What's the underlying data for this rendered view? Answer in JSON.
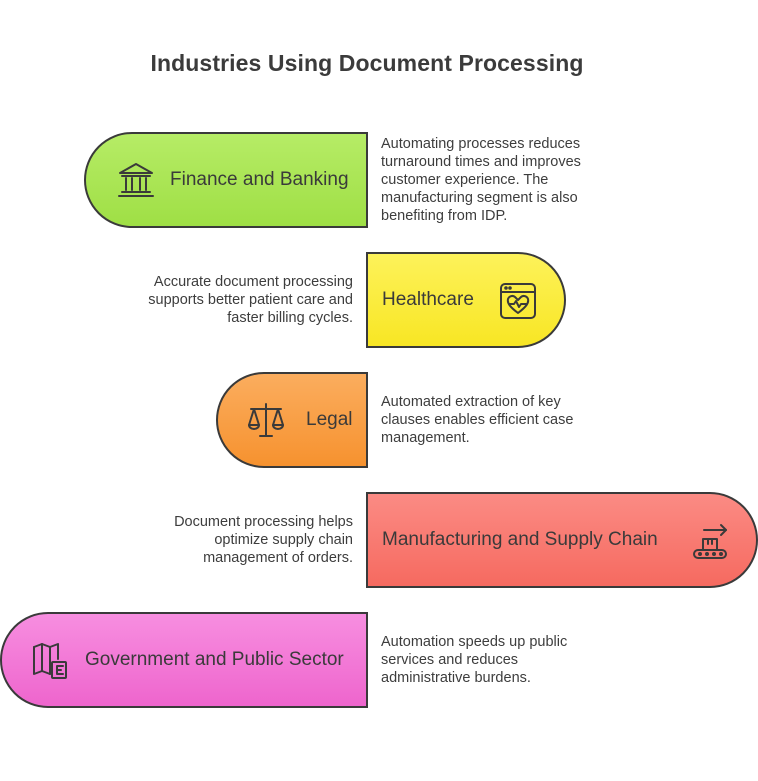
{
  "title": "Industries Using Document Processing",
  "items": [
    {
      "label": "Finance and Banking",
      "icon": "bank-icon",
      "color": "#a6e551",
      "description": "Automating processes reduces turnaround times and improves customer experience. The manufacturing segment is also benefiting from IDP."
    },
    {
      "label": "Healthcare",
      "icon": "heart-monitor-icon",
      "color": "#fbec3f",
      "description": "Accurate document processing supports better patient care and faster billing cycles."
    },
    {
      "label": "Legal",
      "icon": "scales-icon",
      "color": "#f9a04b",
      "description": "Automated extraction of key clauses enables efficient case management."
    },
    {
      "label": "Manufacturing and Supply Chain",
      "icon": "conveyor-box-icon",
      "color": "#f97a72",
      "description": "Document processing helps optimize supply chain management of orders."
    },
    {
      "label": "Government and Public Sector",
      "icon": "map-document-icon",
      "color": "#f27ad6",
      "description": "Automation speeds up public services and reduces administrative burdens."
    }
  ]
}
